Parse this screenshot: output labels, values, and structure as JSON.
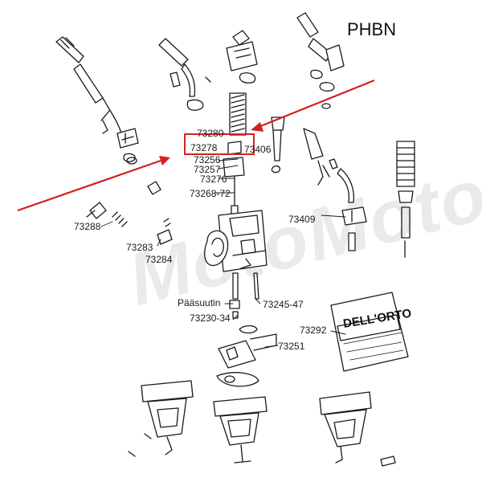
{
  "title": "PHBN",
  "colors": {
    "highlight": "#d42020",
    "line": "#1a1a1a",
    "watermark": "#969696"
  },
  "watermark": "MotoMoto",
  "bag_brand": "DELL'ORTO",
  "highlighted_part": "73278",
  "labels": {
    "p73280": "73280",
    "p73278": "73278",
    "p73406": "73406",
    "p73256": "73256",
    "p73257": "73257",
    "p73276": "73276",
    "p73268": "73268-72",
    "p73288": "73288",
    "p73409": "73409",
    "p73283": "73283",
    "p73284": "73284",
    "paasuutin": "Pääsuutin",
    "p73245": "73245-47",
    "p73230": "73230-34",
    "p73292": "73292",
    "p73251": "73251"
  }
}
